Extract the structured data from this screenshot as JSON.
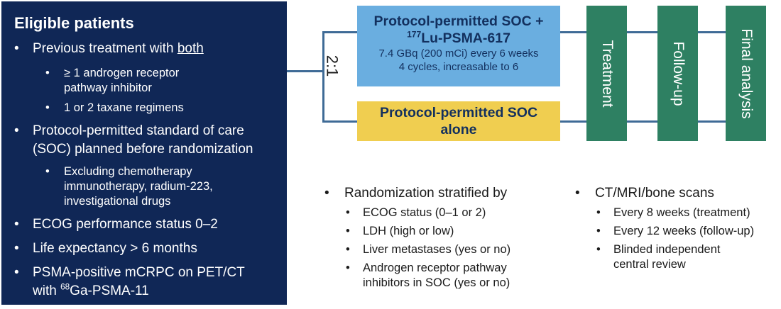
{
  "eligibility": {
    "title": "Eligible patients",
    "items": [
      {
        "text_pre": "Previous treatment with ",
        "text_u": "both"
      },
      {
        "sub": [
          "≥ 1 androgen receptor",
          "pathway inhibitor"
        ]
      },
      {
        "sub": [
          "1 or 2 taxane regimens"
        ]
      },
      {
        "lines": [
          "Protocol-permitted standard of care",
          "(SOC) planned before randomization"
        ]
      },
      {
        "sub": [
          "Excluding chemotherapy",
          "immunotherapy, radium-223,",
          "investigational drugs"
        ]
      },
      {
        "text": "ECOG performance status 0–2"
      },
      {
        "text": "Life expectancy > 6 months"
      },
      {
        "lines": [
          "PSMA-positive mCRPC on PET/CT"
        ],
        "with_pre": "with ",
        "with_sup": "68",
        "with_post": "Ga-PSMA-11"
      }
    ]
  },
  "randomization": {
    "ratio": "2:1"
  },
  "arms": {
    "blue": {
      "title_line1": "Protocol-permitted SOC +",
      "title_sup": "177",
      "title_line2": "Lu-PSMA-617",
      "dose": "7.4 GBq (200 mCi) every 6 weeks",
      "cycles": "4 cycles, increasable to 6"
    },
    "yellow": {
      "line1": "Protocol-permitted SOC",
      "line2": "alone"
    }
  },
  "phases": [
    "Treatment",
    "Follow-up",
    "Final analysis"
  ],
  "stratification": {
    "title": "Randomization stratified by",
    "items": [
      "ECOG status (0–1 or 2)",
      "LDH (high or low)",
      "Liver metastases (yes or no)",
      "Androgen receptor pathway",
      "inhibitors in SOC (yes or no)"
    ]
  },
  "scans": {
    "title": "CT/MRI/bone scans",
    "items": [
      "Every 8 weeks (treatment)",
      "Every 12 weeks (follow-up)",
      "Blinded independent",
      "central review"
    ]
  },
  "colors": {
    "panel": "#102756",
    "arm_blue": "#6aaee0",
    "arm_yellow": "#f0ce50",
    "phase": "#2e8062",
    "connector": "#3f6b96"
  }
}
